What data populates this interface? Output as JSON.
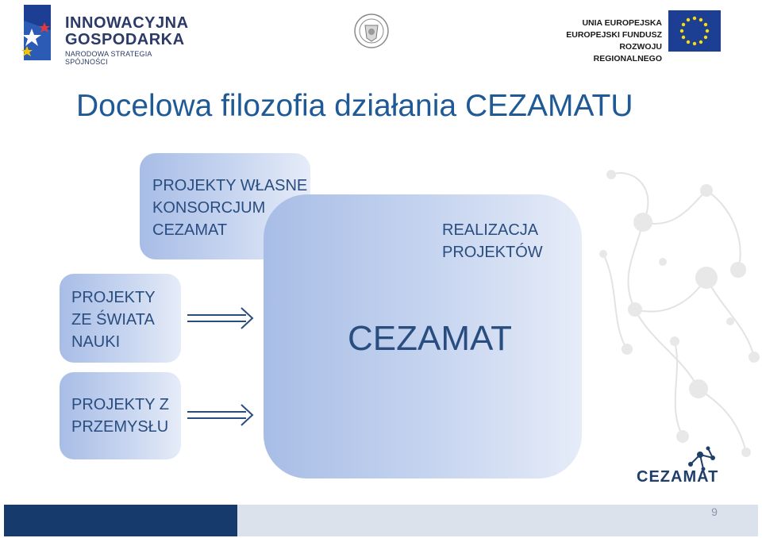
{
  "header": {
    "logo_left": {
      "line1": "INNOWACYJNA",
      "line2": "GOSPODARKA",
      "line3": "NARODOWA STRATEGIA SPÓJNOŚCI"
    },
    "logo_right": {
      "line1": "UNIA EUROPEJSKA",
      "line2": "EUROPEJSKI FUNDUSZ",
      "line3": "ROZWOJU REGIONALNEGO"
    }
  },
  "title": "Docelowa filozofia działania CEZAMATU",
  "boxes": {
    "own_projects": {
      "line1": "PROJEKTY WŁASNE",
      "line2": "KONSORCJUM",
      "line3": "CEZAMAT"
    },
    "main": {
      "caption_line1": "REALIZACJA",
      "caption_line2": "PROJEKTÓW",
      "label": "CEZAMAT"
    },
    "science": {
      "line1": "PROJEKTY",
      "line2": "ZE ŚWIATA",
      "line3": "NAUKI"
    },
    "industry": {
      "line1": "PROJEKTY Z",
      "line2": "PRZEMYSŁU"
    }
  },
  "logo_bottom": "CEZAMAT",
  "footer": {
    "page_number": "9"
  },
  "colors": {
    "title": "#1f5a96",
    "box_text": "#2a4d7f",
    "footer_dark": "#163a6b",
    "footer_light": "#dbe2ec",
    "eu_blue": "#1c3f94",
    "eu_star": "#ffdd00"
  }
}
